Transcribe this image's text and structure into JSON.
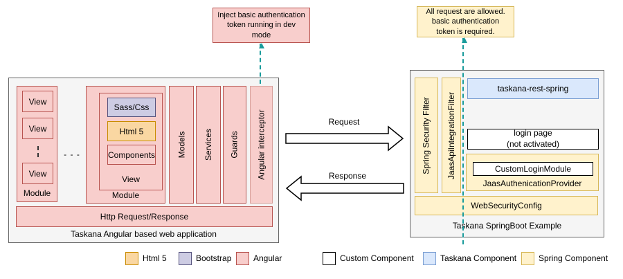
{
  "colors": {
    "angular_fill": "#f8cecc",
    "angular_border": "#b85450",
    "html5_fill": "#fad7a2",
    "html5_border": "#c98c00",
    "bootstrap_fill": "#cdcce3",
    "bootstrap_border": "#55527d",
    "taskana_fill": "#dae8fc",
    "taskana_border": "#7b9fd3",
    "spring_fill": "#fff2cc",
    "spring_border": "#d6b656",
    "custom_fill": "#ffffff",
    "custom_border": "#000000",
    "container_fill": "#f5f5f5",
    "container_border": "#666666",
    "flow_dash_teal": "#199b9b"
  },
  "annotations": {
    "dev_note": {
      "text": "Inject basic authentication\ntoken running in dev\nmode"
    },
    "request_note": {
      "text": "All request are allowed.\nbasic authentication\ntoken is required."
    }
  },
  "flows": {
    "request": "Request",
    "response": "Response"
  },
  "angular_app": {
    "title": "Taskana Angular based web application",
    "module_small": {
      "views": [
        "View",
        "View",
        "View"
      ],
      "label": "Module"
    },
    "separator_dots": "- - -",
    "module_big": {
      "view": {
        "sass": "Sass/Css",
        "html": "Html 5",
        "components": "Components",
        "label": "View"
      },
      "label": "Module"
    },
    "pillars": [
      "Models",
      "Services",
      "Guards",
      "Angular interceptor"
    ],
    "http_bar": "Http Request/Response"
  },
  "springboot": {
    "title": "Taskana SpringBoot Example",
    "filters": [
      "Spring Security Filter",
      "JaasApiIntegrationFilter"
    ],
    "rest": "taskana-rest-spring",
    "login_page": "login page\n(not activated)",
    "provider": {
      "inner": "CustomLoginModule",
      "label": "JaasAuthenicationProvider"
    },
    "web_security": "WebSecurityConfig"
  },
  "legend": [
    {
      "label": "Html 5"
    },
    {
      "label": "Bootstrap"
    },
    {
      "label": "Angular"
    },
    {
      "label": "Custom Component"
    },
    {
      "label": "Taskana Component"
    },
    {
      "label": "Spring Component"
    }
  ]
}
